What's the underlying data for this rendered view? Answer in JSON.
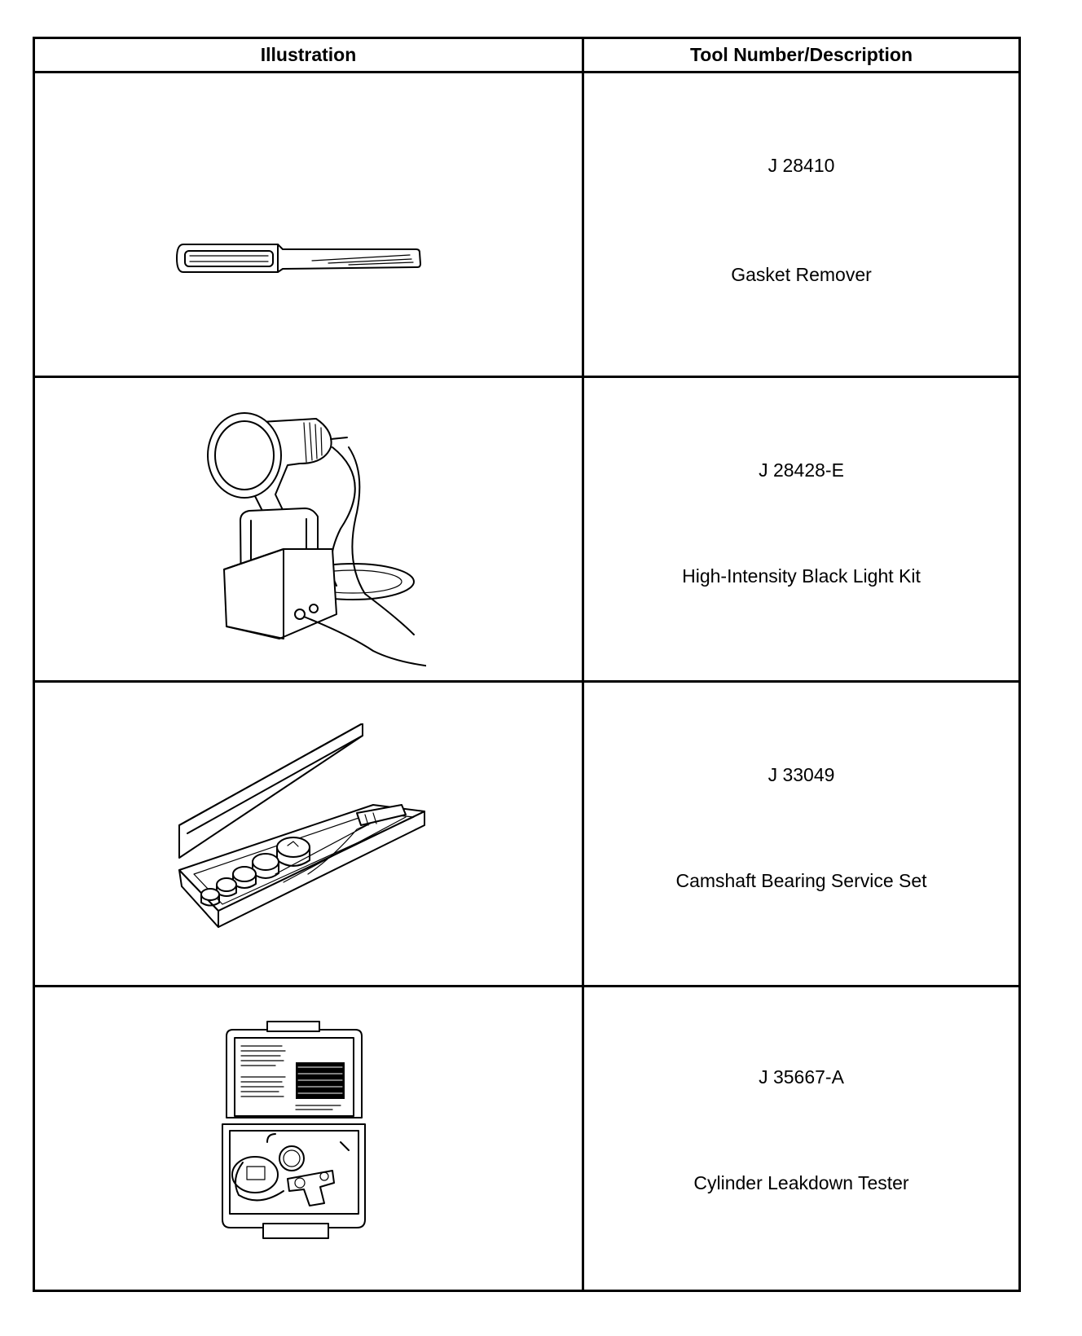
{
  "table": {
    "headers": {
      "illustration": "Illustration",
      "tool": "Tool Number/Description"
    },
    "rows": [
      {
        "number": "J 28410",
        "description": "Gasket Remover",
        "icon": "gasket-remover-icon"
      },
      {
        "number": "J 28428-E",
        "description": "High-Intensity Black Light Kit",
        "icon": "black-light-kit-icon"
      },
      {
        "number": "J 33049",
        "description": "Camshaft Bearing Service Set",
        "icon": "camshaft-bearing-set-icon"
      },
      {
        "number": "J 35667-A",
        "description": "Cylinder Leakdown Tester",
        "icon": "leakdown-tester-icon"
      }
    ]
  }
}
